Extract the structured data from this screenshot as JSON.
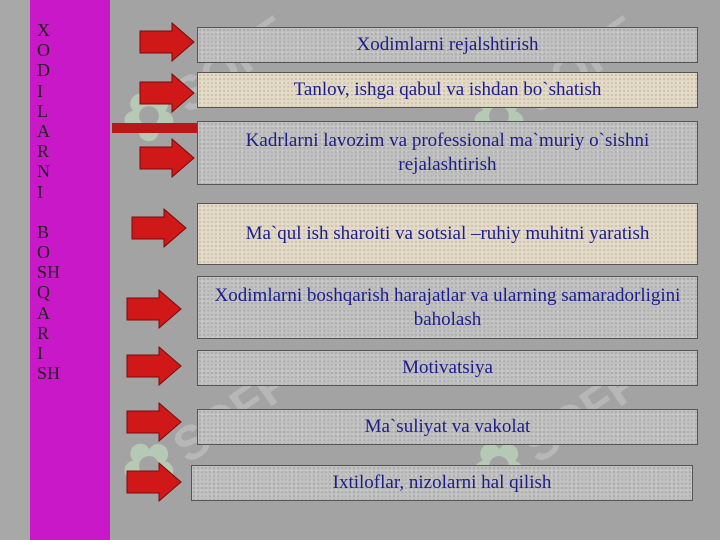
{
  "vertical_title": [
    "X",
    "O",
    "D",
    "I",
    "L",
    "A",
    "R",
    "N",
    "I",
    "",
    "B",
    "O",
    "SH",
    "Q",
    "A",
    "R",
    "I",
    "SH"
  ],
  "items": [
    {
      "text": "Xodimlarni rejalshtirish"
    },
    {
      "text": "Tanlov, ishga qabul va ishdan bo`shatish"
    },
    {
      "text": "Kadrlarni lavozim va professional ma`muriy o`sishni rejalashtirish"
    },
    {
      "text": "Ma`qul ish sharoiti va sotsial –ruhiy muhitni yaratish"
    },
    {
      "text": "Xodimlarni boshqarish harajatlar va ularning samaradorligini baholash"
    },
    {
      "text": "Motivatsiya"
    },
    {
      "text": "Ma`suliyat va vakolat"
    },
    {
      "text": "Ixtiloflar, nizolarni hal qilish"
    }
  ],
  "watermark_text": "SOFF",
  "colors": {
    "background": "#a3a3a3",
    "vertical_bar": "#c818c8",
    "box_gray": "#bfbfbf",
    "box_tan": "#e2d8c4",
    "text": "#1c1c8a",
    "arrow": "#d01818"
  }
}
